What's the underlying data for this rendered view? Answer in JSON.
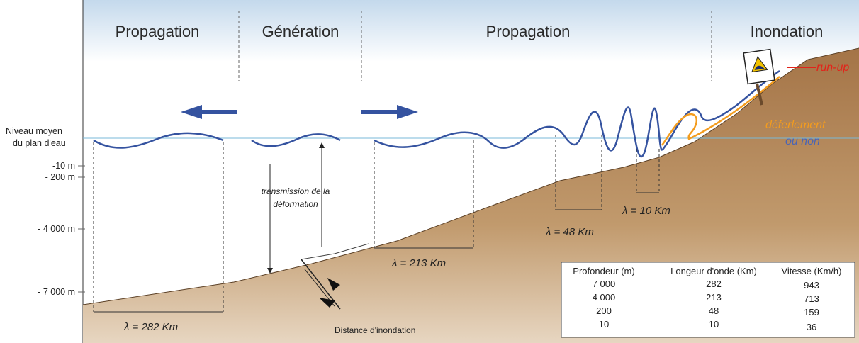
{
  "phases": {
    "propagation_left": "Propagation",
    "generation": "Génération",
    "propagation_right": "Propagation",
    "inondation": "Inondation"
  },
  "sea_level": {
    "line1": "Niveau moyen",
    "line2": "du plan d'eau"
  },
  "depth_labels": [
    "-10 m",
    "- 200 m",
    "- 4 000 m",
    "- 7 000 m"
  ],
  "wavelengths": {
    "w282": "λ = 282 Km",
    "w213": "λ = 213 Km",
    "w48": "λ = 48 Km",
    "w10": "λ = 10 Km"
  },
  "transmission": {
    "line1": "transmission de la",
    "line2": "déformation"
  },
  "distance_label": "Distance d'inondation",
  "runup_label": "run-up",
  "breaking": {
    "line1": "déferlement",
    "line2": "ou non"
  },
  "table": {
    "headers": [
      "Profondeur (m)",
      "Longeur d'onde (Km)",
      "Vitesse (Km/h)"
    ],
    "rows": [
      [
        "7 000",
        "282",
        "943"
      ],
      [
        "4 000",
        "213",
        "713"
      ],
      [
        "200",
        "48",
        "159"
      ],
      [
        "10",
        "10",
        "36"
      ]
    ]
  },
  "colors": {
    "wave": "#3553a0",
    "seabed": "#b5895a",
    "sky_top": "#c8dcee",
    "runup": "#e2231a",
    "breaking": "#f39c1e",
    "no_breaking": "#4a64b5"
  },
  "sign_icon": "tsunami-warning-sign-icon"
}
